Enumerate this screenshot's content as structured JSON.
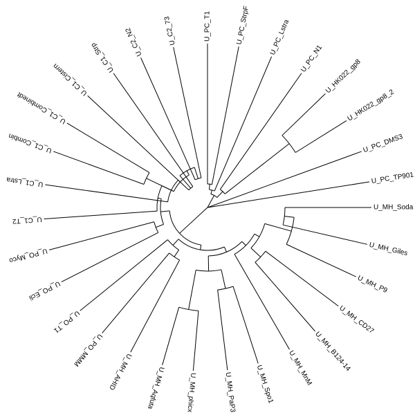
{
  "tree": {
    "root_label": "",
    "leaves": [
      {
        "id": "l01",
        "label": "U_MH_Soda",
        "angle": 0
      },
      {
        "id": "l02",
        "label": "U_MH_Giles",
        "angle": 13
      },
      {
        "id": "l03",
        "label": "U_MH_P9",
        "angle": 25
      },
      {
        "id": "l04",
        "label": "U_MH_CD27",
        "angle": 37
      },
      {
        "id": "l05",
        "label": "U_MH_B124-14",
        "angle": 49
      },
      {
        "id": "l06",
        "label": "U_MH_MnM",
        "angle": 60
      },
      {
        "id": "l07",
        "label": "U_MH_Spo1",
        "angle": 72
      },
      {
        "id": "l08",
        "label": "U_MH_PaP3",
        "angle": 83
      },
      {
        "id": "l09",
        "label": "U_MH_phicx",
        "angle": 95
      },
      {
        "id": "l10",
        "label": "U_MH_Aqfuta",
        "angle": 106
      },
      {
        "id": "l11",
        "label": "U_MH_AHID",
        "angle": 118
      },
      {
        "id": "l12",
        "label": "U_PO_MMM",
        "angle": 130
      },
      {
        "id": "l13",
        "label": "U_PO_T1",
        "angle": 141
      },
      {
        "id": "l14",
        "label": "U_PO_Ecli",
        "angle": 153
      },
      {
        "id": "l15",
        "label": "U_PO_Myco",
        "angle": 165
      },
      {
        "id": "l16",
        "label": "U_C1_T2",
        "angle": 176
      },
      {
        "id": "l17",
        "label": "U_C1_Lstra",
        "angle": 188
      },
      {
        "id": "l18",
        "label": "U_C1_Combin",
        "angle": 200
      },
      {
        "id": "l19",
        "label": "U_C1_Combinedt",
        "angle": 211
      },
      {
        "id": "l20",
        "label": "U_C1_Cistern",
        "angle": 223
      },
      {
        "id": "l21",
        "label": "U_C1_Strp",
        "angle": 235
      },
      {
        "id": "l22",
        "label": "U_C2_N2",
        "angle": 246
      },
      {
        "id": "l23",
        "label": "U_C2_73",
        "angle": 258
      },
      {
        "id": "l24",
        "label": "U_PC_T1",
        "angle": 270
      },
      {
        "id": "l25",
        "label": "U_PC_StrpF",
        "angle": 281
      },
      {
        "id": "l26",
        "label": "U_PC_Lstra",
        "angle": 293
      },
      {
        "id": "l27",
        "label": "U_PC_N1",
        "angle": 305
      },
      {
        "id": "l28",
        "label": "U_HK022_gp8",
        "angle": 316
      },
      {
        "id": "l29",
        "label": "U_HK022_gp8_2",
        "angle": 328
      },
      {
        "id": "l30",
        "label": "U_PC_DMS3",
        "angle": 340
      },
      {
        "id": "l31",
        "label": "U_PC_TP901",
        "angle": 351
      }
    ]
  }
}
